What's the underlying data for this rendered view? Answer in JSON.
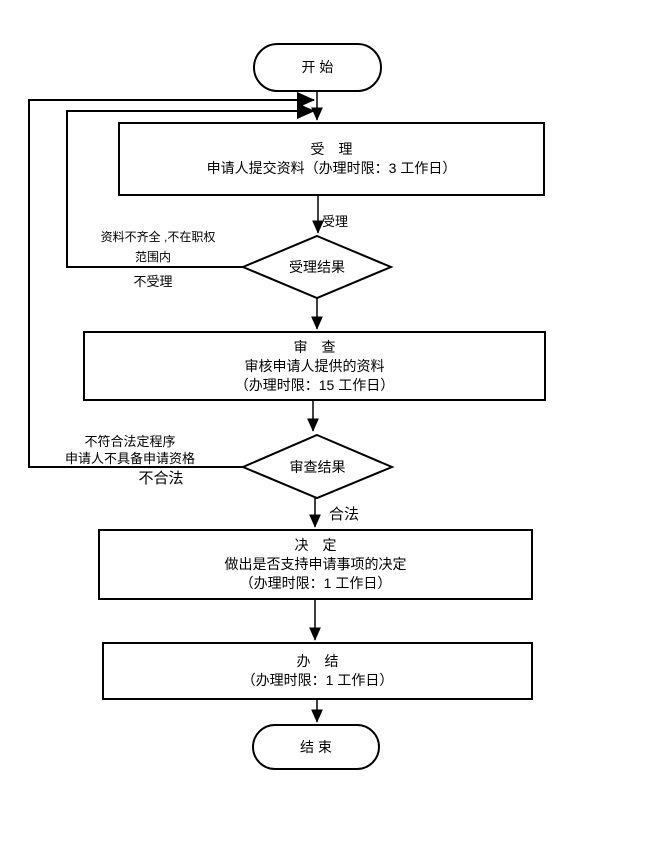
{
  "colors": {
    "stroke": "#000000",
    "background": "#ffffff"
  },
  "flowchart": {
    "start": {
      "label": "开 始"
    },
    "accept": {
      "lines": [
        "受　理",
        "申请人提交资料（办理时限：3 工作日）"
      ]
    },
    "accept_result": {
      "label": "受理结果"
    },
    "review": {
      "lines": [
        "审　查",
        "审核申请人提供的资料",
        "（办理时限：15 工作日）"
      ]
    },
    "review_result": {
      "label": "审查结果"
    },
    "decide": {
      "lines": [
        "决　定",
        "做出是否支持申请事项的决定",
        "（办理时限：1 工作日）"
      ]
    },
    "finish": {
      "lines": [
        "办　结",
        "（办理时限：1 工作日）"
      ]
    },
    "end": {
      "label": "结 束"
    },
    "edge_labels": {
      "accepted": "受理",
      "legal": "合法",
      "not_accepted": {
        "line1": "资料不齐全 ,不在职权",
        "line2": "范围内",
        "line3": "不受理"
      },
      "not_legal": {
        "line1": "不符合法定程序",
        "line2": "申请人不具备申请资格",
        "line3": "不合法"
      }
    }
  }
}
